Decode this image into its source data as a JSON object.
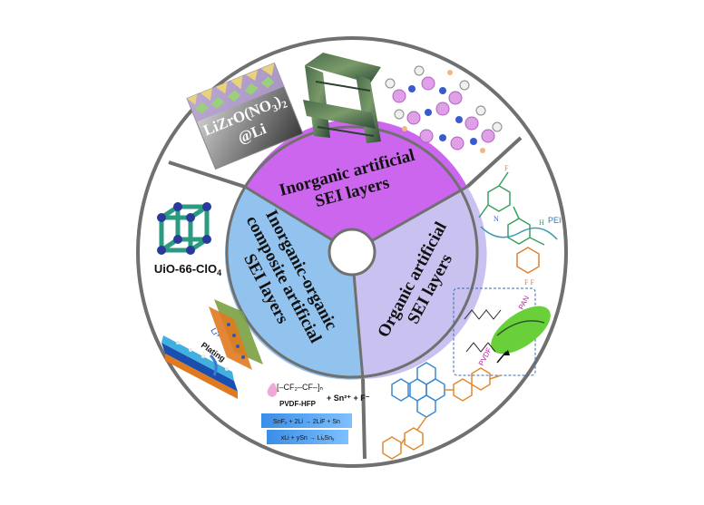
{
  "diagram": {
    "sectors": [
      {
        "id": "inorganic",
        "lines": [
          "Inorganic artificial",
          "SEI layers"
        ],
        "color": "#cc66ee"
      },
      {
        "id": "organic",
        "lines": [
          "Organic artificial",
          "SEI layers"
        ],
        "color": "#c9c2f0"
      },
      {
        "id": "composite",
        "lines": [
          "Inorganic-organic",
          "composite artificial",
          "SEI layers"
        ],
        "color": "#92c3ee"
      }
    ],
    "labels": {
      "lizr_line1": "LiZrO(NO",
      "lizr_sub": "3",
      "lizr_close": ")",
      "lizr_sub2": "2",
      "lizr_line2": "@Li",
      "uio": "UiO-66-ClO",
      "uio_sub": "4",
      "pei": "PEI",
      "pan": "PAN",
      "pvdf": "PVDF",
      "pvdf_hfp": "PVDF-HFP",
      "sn_reaction": "+ Sn²⁺ + F⁻",
      "reaction1": "SnF₂ + 2Li → 2LiF + Sn",
      "reaction2": "xLi + ySn → LiₓSnᵧ",
      "plating": "Plating",
      "li_plus": "Li⁺"
    },
    "colors": {
      "ring": "#ffffff",
      "border": "#707070",
      "inner_circle": "#ffffff"
    }
  }
}
